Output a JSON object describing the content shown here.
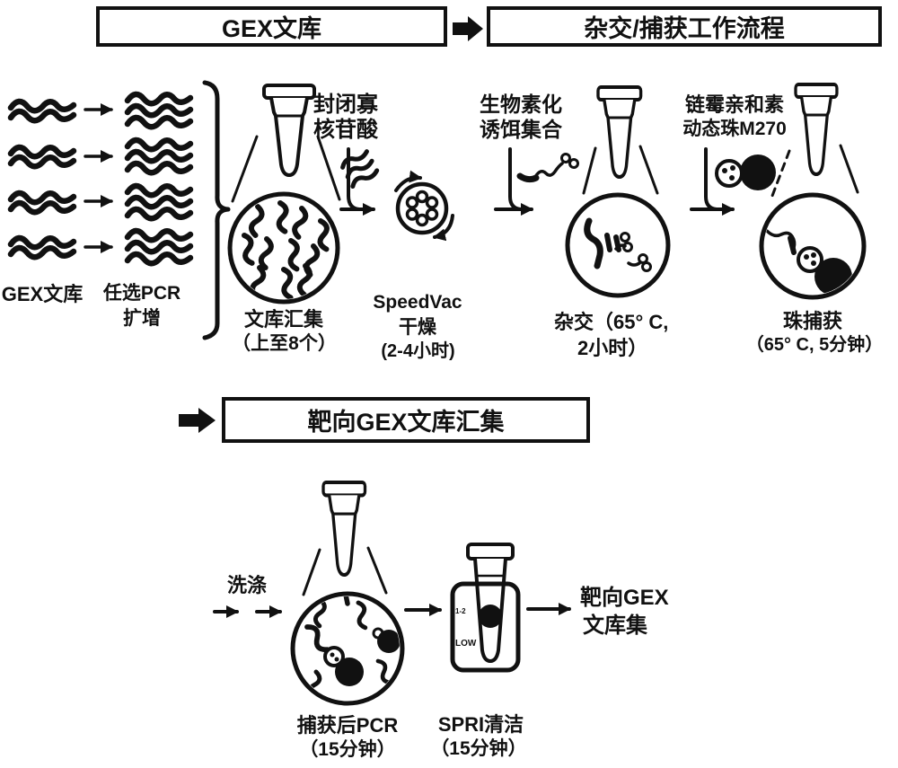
{
  "colors": {
    "ink": "#111111",
    "paper": "#ffffff"
  },
  "headers": {
    "gex_library": "GEX文库",
    "hyb_capture": "杂交/捕获工作流程",
    "targeted_pool": "靶向GEX文库汇集"
  },
  "library_prep": {
    "gex_library_label": "GEX文库",
    "optional_pcr_line1": "任选PCR",
    "optional_pcr_line2": "扩增"
  },
  "pooling": {
    "label_line1": "文库汇集",
    "label_line2": "（上至8个）"
  },
  "blocking": {
    "line1": "封闭寡",
    "line2": "核苷酸"
  },
  "speedvac": {
    "line1": "SpeedVac",
    "line2": "干燥",
    "line3": "(2-4小时)"
  },
  "bait": {
    "line1": "生物素化",
    "line2": "诱饵集合"
  },
  "hybridization": {
    "line1": "杂交（65° C,",
    "line2": "2小时）"
  },
  "beads": {
    "line1": "链霉亲和素",
    "line2": "动态珠M270"
  },
  "bead_capture": {
    "line1": "珠捕获",
    "line2": "（65° C, 5分钟）"
  },
  "bottom": {
    "wash": "洗涤",
    "pcr_line1": "捕获后PCR",
    "pcr_line2": "（15分钟）",
    "spri_line1": "SPRI清洁",
    "spri_line2": "（15分钟）",
    "rack_top": "1-2",
    "rack_bottom": "LOW",
    "result_line1": "靶向GEX",
    "result_line2": "文库集"
  }
}
